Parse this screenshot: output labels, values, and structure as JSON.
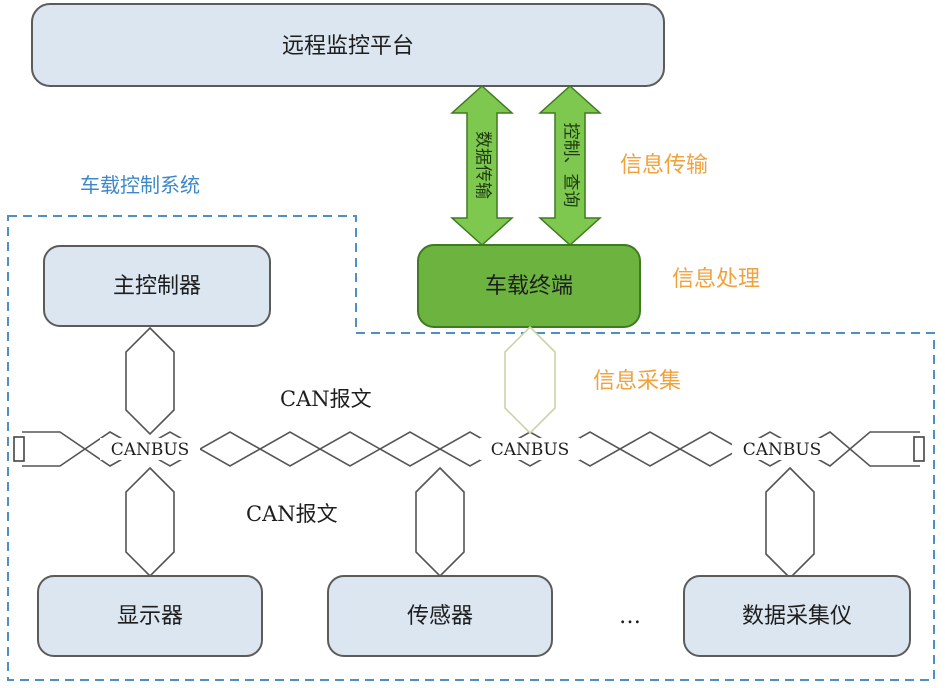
{
  "colors": {
    "box_fill": "#dbe6f1",
    "box_stroke": "#5b5b5b",
    "terminal_fill": "#6cb33f",
    "terminal_stroke": "#3f7a20",
    "arrow_fill": "#7ec850",
    "dash": "#4f8fc4",
    "orange": "#f0a23c",
    "blue": "#3f88c8"
  },
  "nodes": {
    "remote_platform": "远程监控平台",
    "vehicle_terminal": "车载终端",
    "main_controller": "主控制器",
    "display": "显示器",
    "sensor": "传感器",
    "data_collector": "数据采集仪",
    "ellipsis": "…"
  },
  "labels": {
    "vehicle_control_system": "车载控制系统",
    "info_transmission": "信息传输",
    "info_processing": "信息处理",
    "info_collection": "信息采集",
    "can_message_1": "CAN报文",
    "can_message_2": "CAN报文"
  },
  "bus": {
    "nodes": [
      "CANBUS",
      "CANBUS",
      "CANBUS"
    ]
  },
  "arrows": {
    "left_text": "数据传输",
    "right_text": "控制、查询"
  },
  "icons": [
    "double-arrow-icon",
    "bus-terminator-icon",
    "can-connector-icon"
  ]
}
